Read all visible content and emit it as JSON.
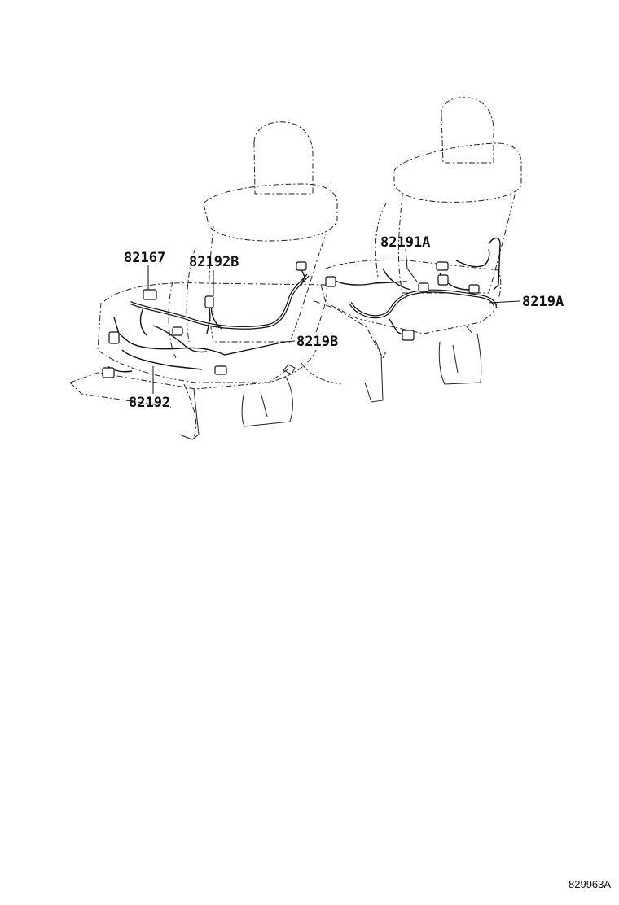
{
  "diagram": {
    "labels": {
      "p82167": "82167",
      "p82192B": "82192B",
      "p82191A": "82191A",
      "p8219A": "8219A",
      "p8219B": "8219B",
      "p82192": "82192"
    },
    "illustration_code": "829963A"
  }
}
